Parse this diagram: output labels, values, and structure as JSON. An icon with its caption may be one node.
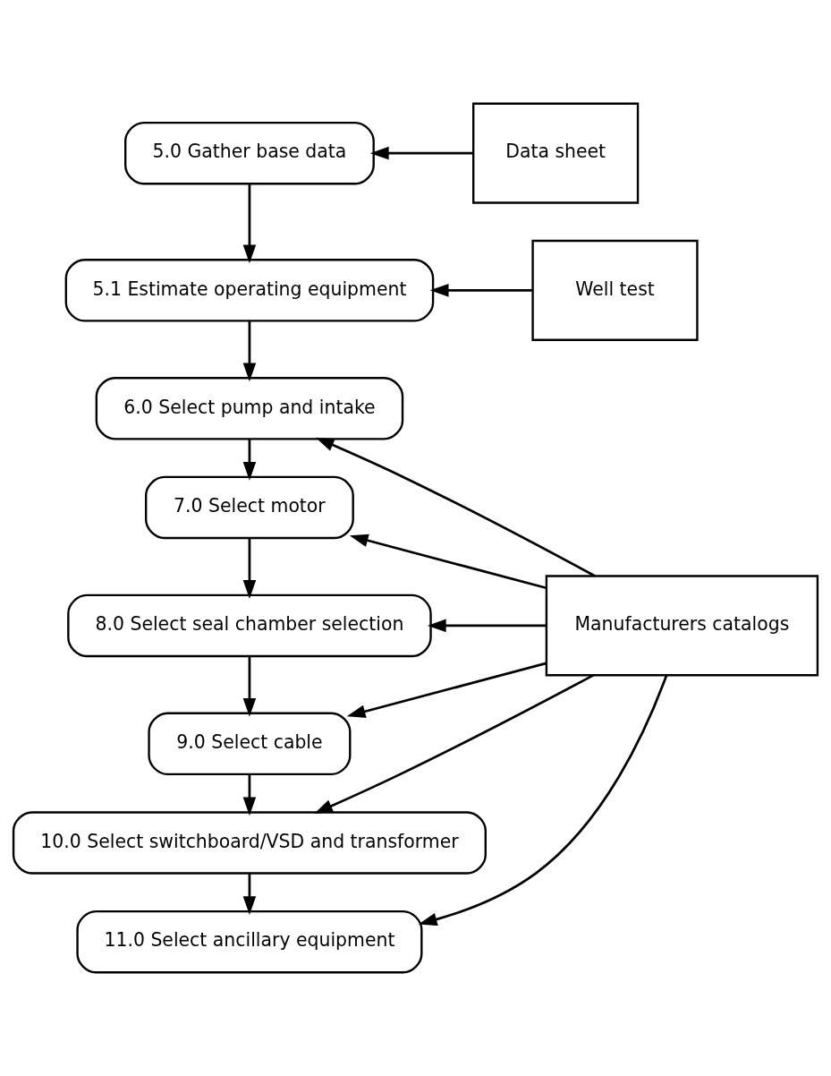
{
  "diagram": {
    "nodes": [
      {
        "text": [
          "5.0 Gather base data"
        ]
      },
      {
        "text": [
          "Data sheet"
        ]
      },
      {
        "text": [
          "5.1 Estimate operating equipment"
        ]
      },
      {
        "text": [
          "Well test"
        ]
      },
      {
        "text": [
          "6.0 Select pump and intake"
        ]
      },
      {
        "text": [
          "7.0 Select motor"
        ]
      },
      {
        "text": [
          "Manufacturers catalogs"
        ]
      },
      {
        "text": [
          "8.0 Select seal chamber selection"
        ]
      },
      {
        "text": [
          "9.0 Select cable"
        ]
      },
      {
        "text": [
          "10.0 Select switchboard/VSD and transformer"
        ]
      },
      {
        "text": [
          "11.0 Select ancillary equipment"
        ]
      }
    ],
    "edges": [
      {
        "from": 1,
        "to": 0,
        "arrow": "to"
      },
      {
        "from": 0,
        "to": 2,
        "arrow": "to"
      },
      {
        "from": 3,
        "to": 2,
        "arrow": "to"
      },
      {
        "from": 2,
        "to": 4,
        "arrow": "to"
      },
      {
        "from": 6,
        "to": 4,
        "arrow": "to"
      },
      {
        "from": 4,
        "to": 5,
        "arrow": "to"
      },
      {
        "from": 6,
        "to": 5,
        "arrow": "to"
      },
      {
        "from": 5,
        "to": 7,
        "arrow": "to"
      },
      {
        "from": 6,
        "to": 7,
        "arrow": "to"
      },
      {
        "from": 7,
        "to": 8,
        "arrow": "to"
      },
      {
        "from": 6,
        "to": 8,
        "arrow": "to"
      },
      {
        "from": 8,
        "to": 9,
        "arrow": "to"
      },
      {
        "from": 6,
        "to": 9,
        "arrow": "to"
      },
      {
        "from": 9,
        "to": 10,
        "arrow": "to"
      },
      {
        "from": 6,
        "to": 10,
        "arrow": "to"
      }
    ]
  }
}
